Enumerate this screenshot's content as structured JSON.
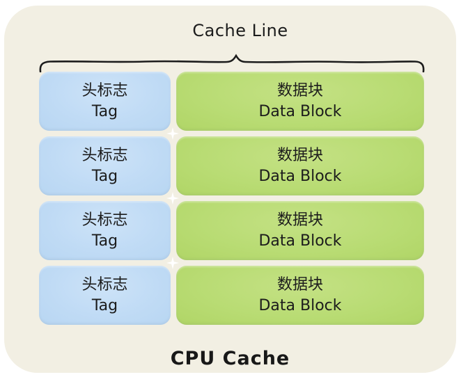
{
  "diagram": {
    "caption": "CPU Cache",
    "brace_label": "Cache Line",
    "rows": [
      {
        "tag_cn": "头标志",
        "tag_en": "Tag",
        "data_cn": "数据块",
        "data_en": "Data Block"
      },
      {
        "tag_cn": "头标志",
        "tag_en": "Tag",
        "data_cn": "数据块",
        "data_en": "Data Block"
      },
      {
        "tag_cn": "头标志",
        "tag_en": "Tag",
        "data_cn": "数据块",
        "data_en": "Data Block"
      },
      {
        "tag_cn": "头标志",
        "tag_en": "Tag",
        "data_cn": "数据块",
        "data_en": "Data Block"
      }
    ],
    "colors": {
      "background": "#ffffff",
      "container": "#f2efe3",
      "tag_fill": "#c0dbf5",
      "data_fill": "#b9dc74",
      "stroke": "#1c1c1c"
    }
  }
}
